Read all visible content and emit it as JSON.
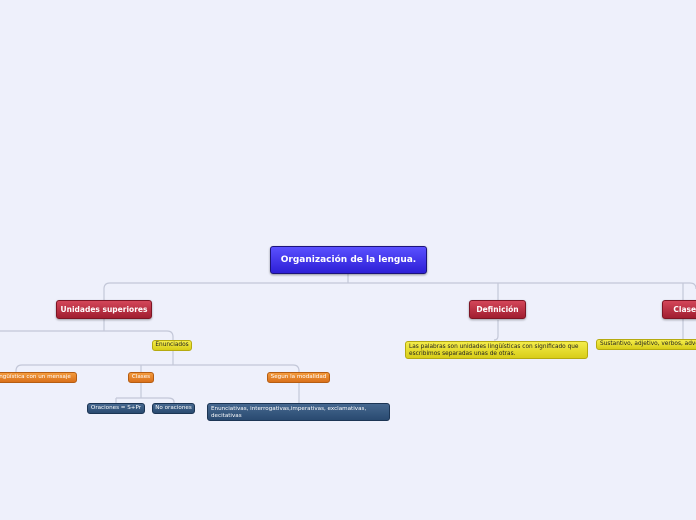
{
  "root": {
    "label": "Organización de la lengua."
  },
  "branches": {
    "unidades": {
      "label": "Unidades superiores"
    },
    "definicion": {
      "label": "Definición"
    },
    "clases": {
      "label": "Clases"
    }
  },
  "unidades_children": {
    "enunciados": {
      "label": "Enunciados"
    },
    "unidad_mensaje": {
      "label": "lingüística con un mensaje"
    },
    "clases": {
      "label": "Clases"
    },
    "modalidad": {
      "label": "Segun la modalidad"
    },
    "oraciones": {
      "label": "Oraciones = S+Pr"
    },
    "no_oraciones": {
      "label": "No oraciones"
    },
    "tipos": {
      "label": "Enunciativas, interrogativas,imperativas, exclamativas, decitativas"
    }
  },
  "definicion_children": {
    "texto": {
      "label": "Las palabras son unidades lingüísticas con significado que escribimos separadas unas de otras."
    }
  },
  "clases_children": {
    "texto": {
      "label": "Sustantivo, adjetivo, verbos, adverbio"
    }
  },
  "colors": {
    "background": "#eef0fb",
    "root": "#3b2ff0",
    "branch": "#b82a3d",
    "note": "#e8df2a",
    "orange": "#e8852b",
    "blue": "#35567d",
    "connector": "#c3c7d8"
  }
}
